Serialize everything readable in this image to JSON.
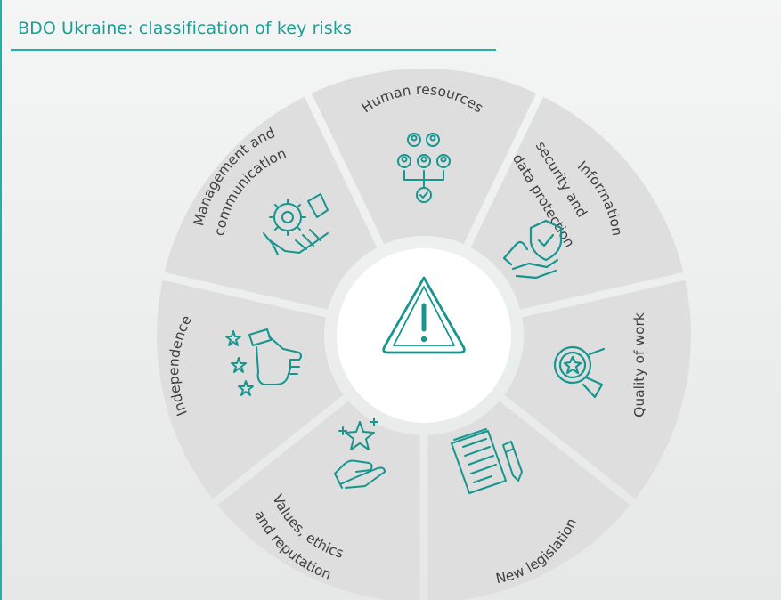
{
  "title": "BDO Ukraine: classification of key risks",
  "center_icon": "warning-triangle-icon",
  "accent_color": "#1fb0a8",
  "segments": [
    {
      "id": "human-resources",
      "lines": [
        "Human resources"
      ],
      "icon": "people-network-icon"
    },
    {
      "id": "information-security",
      "lines": [
        "Information",
        "security and",
        "data protection"
      ],
      "icon": "shield-hands-icon"
    },
    {
      "id": "quality-of-work",
      "lines": [
        "Quality of work"
      ],
      "icon": "award-badge-icon"
    },
    {
      "id": "new-legislation",
      "lines": [
        "New legislation"
      ],
      "icon": "document-pencil-icon"
    },
    {
      "id": "values-ethics",
      "lines": [
        "Values, ethics",
        "and reputation"
      ],
      "icon": "hand-stars-icon"
    },
    {
      "id": "independence",
      "lines": [
        "Independence"
      ],
      "icon": "thumbs-stars-icon"
    },
    {
      "id": "management",
      "lines": [
        "Management and",
        "communication"
      ],
      "icon": "gear-handshake-icon"
    }
  ]
}
